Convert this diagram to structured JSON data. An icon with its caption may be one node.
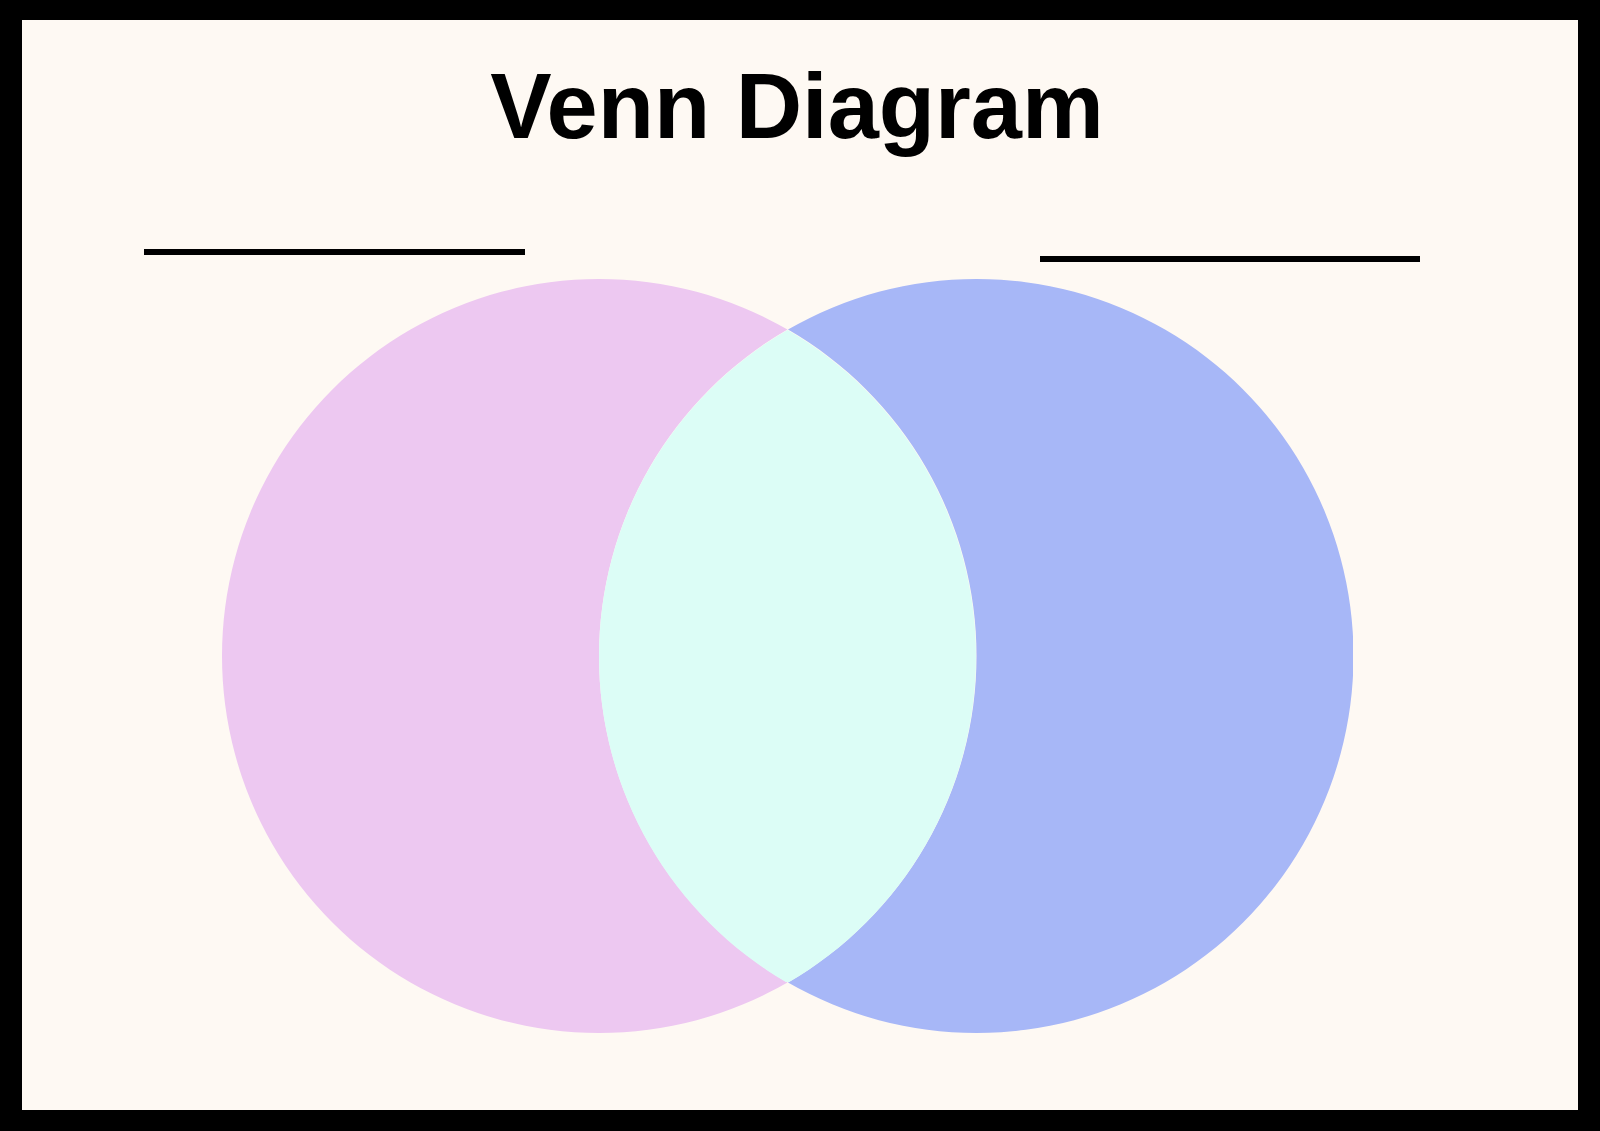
{
  "diagram": {
    "title": "Venn Diagram",
    "nodes": [
      {
        "text": [],
        "shape": "circle"
      },
      {
        "text": [],
        "shape": "circle"
      },
      {
        "text": [],
        "shape": "lens"
      }
    ]
  }
}
